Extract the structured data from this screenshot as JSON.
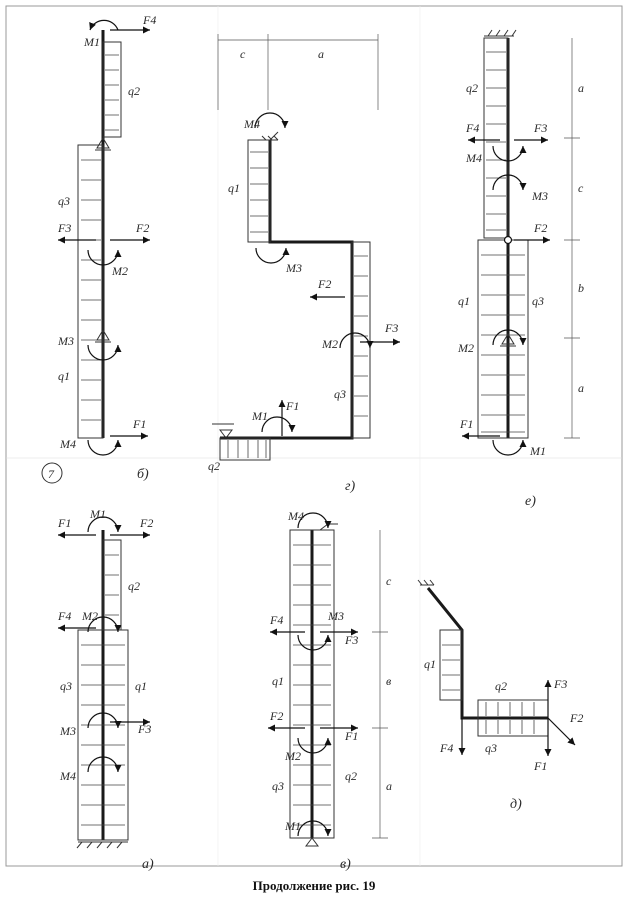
{
  "caption": "Продолжение рис. 19",
  "page_number": "7",
  "panels": {
    "a": {
      "tag": "а)",
      "labels": {
        "F1": "F1",
        "M1": "M1",
        "F2": "F2",
        "q2": "q2",
        "F4": "F4",
        "M2": "M2",
        "q3": "q3",
        "q1": "q1",
        "M3": "M3",
        "F3": "F3",
        "M4": "M4"
      }
    },
    "b": {
      "tag": "б)",
      "labels": {
        "M1": "M1",
        "F4": "F4",
        "q2": "q2",
        "F3": "F3",
        "F2": "F2",
        "M2": "M2",
        "M3": "M3",
        "q3": "q3",
        "q1": "q1",
        "M4": "M4",
        "F1": "F1"
      }
    },
    "v": {
      "tag": "в)",
      "labels": {
        "M4": "M4",
        "F4": "F4",
        "M3": "M3",
        "F3": "F3",
        "q1": "q1",
        "F2": "F2",
        "F1": "F1",
        "M2": "M2",
        "q2": "q2",
        "q3": "q3",
        "M1": "M1"
      },
      "dims": {
        "a": "a",
        "b": "в",
        "c": "c"
      }
    },
    "g": {
      "tag": "г)",
      "labels": {
        "M4": "M4",
        "q1": "q1",
        "M3": "M3",
        "F2": "F2",
        "M2": "M2",
        "F3": "F3",
        "q3": "q3",
        "M1": "M1",
        "F1": "F1",
        "q2": "q2"
      },
      "dims": {
        "c": "c",
        "a": "a"
      }
    },
    "d": {
      "tag": "д)",
      "labels": {
        "q1": "q1",
        "q2": "q2",
        "F3": "F3",
        "F2": "F2",
        "F4": "F4",
        "q3": "q3",
        "F1": "F1"
      }
    },
    "e": {
      "tag": "е)",
      "labels": {
        "q2": "q2",
        "F4": "F4",
        "F3": "F3",
        "M4": "M4",
        "M3": "M3",
        "F2": "F2",
        "q1": "q1",
        "q3": "q3",
        "M2": "M2",
        "F1": "F1",
        "M1": "M1"
      },
      "dims": {
        "a1": "a",
        "c": "c",
        "b": "b",
        "a2": "a"
      }
    }
  }
}
